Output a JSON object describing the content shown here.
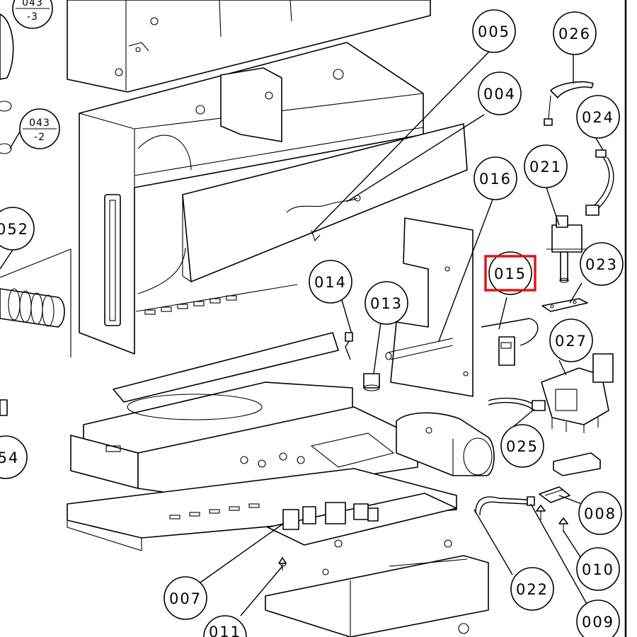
{
  "callouts": [
    {
      "id": "c005",
      "label": "005"
    },
    {
      "id": "c026",
      "label": "026"
    },
    {
      "id": "c004",
      "label": "004"
    },
    {
      "id": "c024",
      "label": "024"
    },
    {
      "id": "c021",
      "label": "021"
    },
    {
      "id": "c016",
      "label": "016"
    },
    {
      "id": "c023",
      "label": "023"
    },
    {
      "id": "c015",
      "label": "015"
    },
    {
      "id": "c014",
      "label": "014"
    },
    {
      "id": "c013",
      "label": "013"
    },
    {
      "id": "c027",
      "label": "027"
    },
    {
      "id": "c025",
      "label": "025"
    },
    {
      "id": "c008",
      "label": "008"
    },
    {
      "id": "c010",
      "label": "010"
    },
    {
      "id": "c022",
      "label": "022"
    },
    {
      "id": "c007",
      "label": "007"
    },
    {
      "id": "c009",
      "label": "009"
    },
    {
      "id": "c052",
      "label": "052"
    },
    {
      "id": "c054",
      "label": "54"
    },
    {
      "id": "c011",
      "label": "011"
    }
  ],
  "split_callouts": [
    {
      "id": "s043_3",
      "top": "043",
      "bottom": "-3"
    },
    {
      "id": "s043_2",
      "top": "043",
      "bottom": "-2"
    }
  ],
  "highlight": {
    "target": "015",
    "color": "#e0161b"
  },
  "colors": {
    "line": "#000000",
    "background": "#ffffff"
  }
}
